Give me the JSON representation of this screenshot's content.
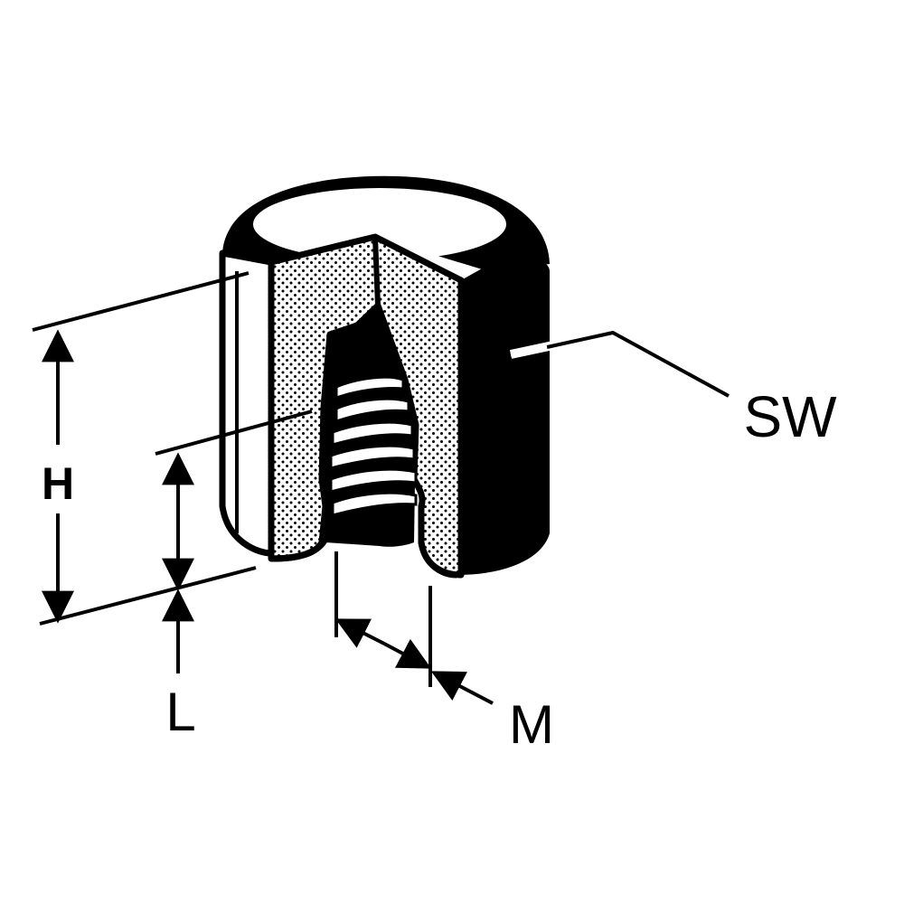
{
  "labels": {
    "height": "H",
    "thread_length": "L",
    "thread_size": "M",
    "wrench_size": "SW"
  },
  "colors": {
    "ink": "#000000",
    "paper": "#ffffff"
  }
}
